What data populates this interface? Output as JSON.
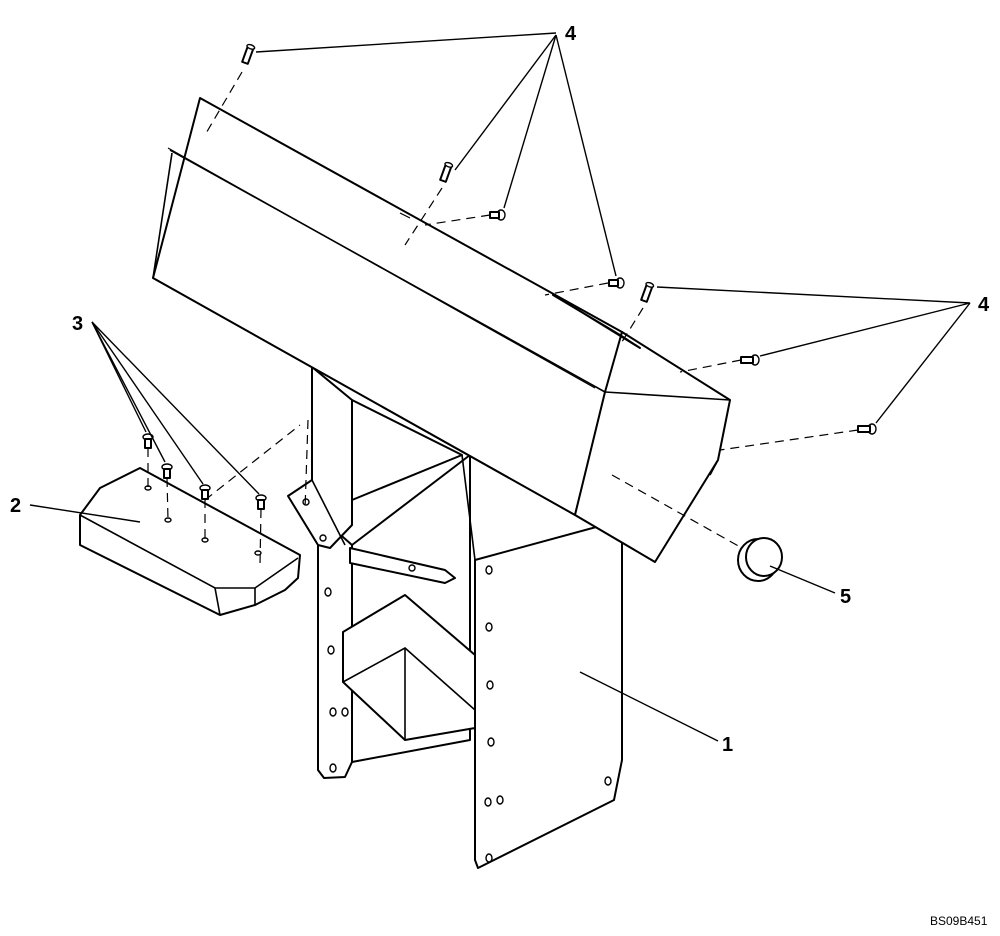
{
  "callouts": {
    "c1": "1",
    "c2": "2",
    "c3": "3",
    "c4_top": "4",
    "c4_right": "4",
    "c5": "5"
  },
  "drawing_id": "BS09B451",
  "colors": {
    "line": "#000000",
    "background": "#ffffff"
  }
}
